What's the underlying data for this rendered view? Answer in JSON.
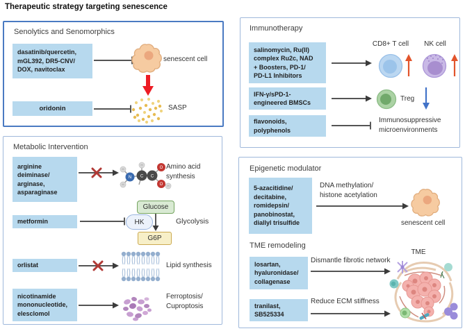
{
  "title": "Therapeutic strategy targeting senescence",
  "colors": {
    "drug_box_blue": "#b7d9ee",
    "panel_border_primary": "#4a7ac2",
    "panel_border_light": "#9fb8db",
    "sasp_arrow_red": "#ed1c24",
    "increase_arrow_red": "#e2542b",
    "decrease_arrow_blue": "#4273c8",
    "cross_red": "#b23a36"
  },
  "senolytics": {
    "title": "Senolytics and Senomorphics",
    "drugs1": "dasatinib/quercetin,\nmGL392, DR5-CNV/\nDOX, navitoclax",
    "drugs2": "oridonin",
    "senescent_cell_label": "senescent cell",
    "sasp_label": "SASP"
  },
  "immunotherapy": {
    "title": "Immunotherapy",
    "drugs1": "salinomycin, Ru(II)\ncomplex Ru2c, NAD\n+ Boosters, PD-1/\nPD-L1 Inhibitors",
    "drugs2": "IFN-γ/sPD-1-\nengineered BMSCs",
    "drugs3": "flavonoids,\npolyphenols",
    "cd8_label": "CD8+ T cell",
    "nk_label": "NK cell",
    "treg_label": "Treg",
    "immunosuppressive_label": "Immunosuppressive\nmicroenvironments"
  },
  "metabolic": {
    "title": "Metabolic Intervention",
    "drugs1": "arginine\ndeiminase/\narginase,\nasparaginase",
    "drugs2": "metformin",
    "drugs3": "orlistat",
    "drugs4": "nicotinamide\nmononucleotide,\nelesclomol",
    "amino_label": "Amino acid\nsynthesis",
    "glucose_label": "Glucose",
    "hk_label": "HK",
    "g6p_label": "G6P",
    "glycolysis_label": "Glycolysis",
    "lipid_label": "Lipid synthesis",
    "ferroptosis_label": "Ferroptosis/\nCuproptosis"
  },
  "epigenetic": {
    "title": "Epigenetic modulator",
    "drugs1": "5-azacitidine/\ndecitabine,\nromidepsin/\npanobinostat,\ndiallyl trisulfide",
    "process_label": "DNA methylation/\nhistone acetylation",
    "senescent_cell_label": "senescent cell"
  },
  "tme": {
    "title": "TME remodeling",
    "drugs1": "losartan,\nhyaluronidase/\ncollagenase",
    "drugs2": "tranilast,\nSB525334",
    "process1_label": "Dismantle fibrotic network",
    "process2_label": "Reduce ECM stiffness",
    "tme_label": "TME"
  }
}
